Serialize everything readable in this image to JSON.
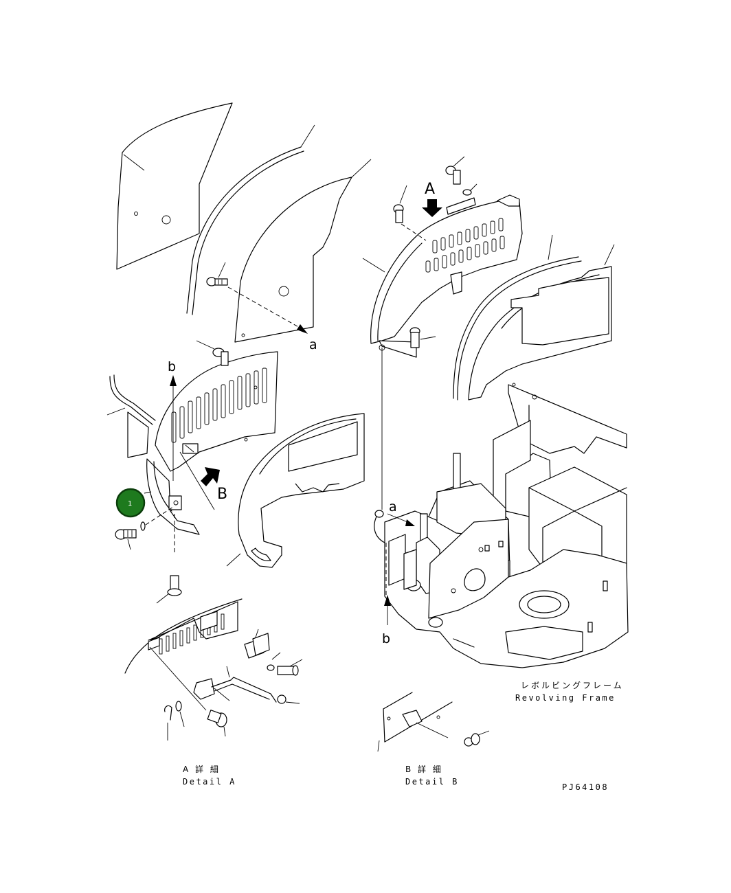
{
  "labels": {
    "view_a": "A",
    "view_b": "B",
    "ref_a_top": "a",
    "ref_b_top": "b",
    "ref_a_frame": "a",
    "ref_b_frame": "b"
  },
  "captions": {
    "revolving_frame_jp": "レボルビングフレーム",
    "revolving_frame_en": "Revolving Frame",
    "detail_a_jp": "A 詳 細",
    "detail_a_en": "Detail A",
    "detail_b_jp": "B 詳 細",
    "detail_b_en": "Detail B",
    "drawing_number": "PJ64108"
  },
  "marker": {
    "number": "1",
    "color": "#1e7a1e"
  }
}
